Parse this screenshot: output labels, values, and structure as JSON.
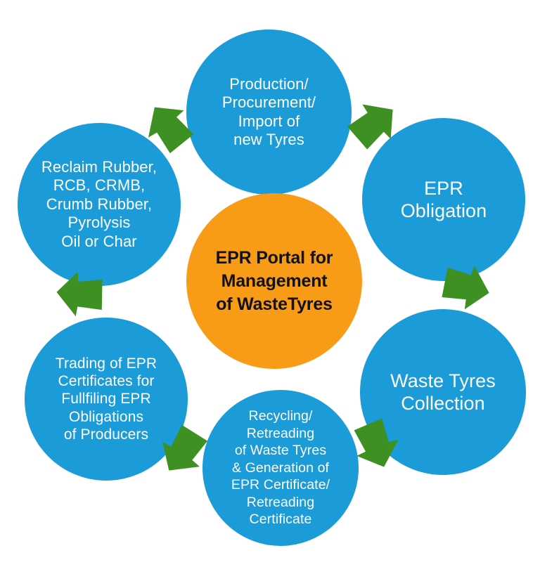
{
  "diagram": {
    "type": "cycle",
    "title": "EPR Portal for Management of WasteTyres",
    "colors": {
      "node": "#1b9bd7",
      "hub": "#f89c18",
      "arrow": "#3e9023",
      "node_text": "#ffffff",
      "hub_text": "#111111",
      "background": "#ffffff"
    },
    "hub": {
      "label": "EPR Portal for\nManagement\nof WasteTyres"
    },
    "nodes": [
      {
        "id": "production",
        "label": "Production/\nProcurement/\nImport of\nnew Tyres"
      },
      {
        "id": "obligation",
        "label": "EPR\nObligation"
      },
      {
        "id": "collection",
        "label": "Waste Tyres\nCollection"
      },
      {
        "id": "recycling",
        "label": "Recycling/\nRetreading\nof Waste Tyres\n& Generation of\nEPR Certificate/\nRetreading\nCertificate"
      },
      {
        "id": "trading",
        "label": "Trading of EPR\nCertificates for\nFullfiling EPR\nObligations\nof Producers"
      },
      {
        "id": "reclaim",
        "label": "Reclaim Rubber,\nRCB, CRMB,\nCrumb Rubber,\nPyrolysis\nOil or Char"
      }
    ],
    "arrows": [
      {
        "id": "production-to-obligation",
        "from": "production",
        "to": "obligation"
      },
      {
        "id": "obligation-to-collection",
        "from": "obligation",
        "to": "collection"
      },
      {
        "id": "collection-to-recycling",
        "from": "collection",
        "to": "recycling"
      },
      {
        "id": "recycling-to-trading",
        "from": "recycling",
        "to": "trading"
      },
      {
        "id": "trading-to-reclaim",
        "from": "trading",
        "to": "reclaim"
      },
      {
        "id": "reclaim-to-production",
        "from": "reclaim",
        "to": "production"
      }
    ]
  }
}
